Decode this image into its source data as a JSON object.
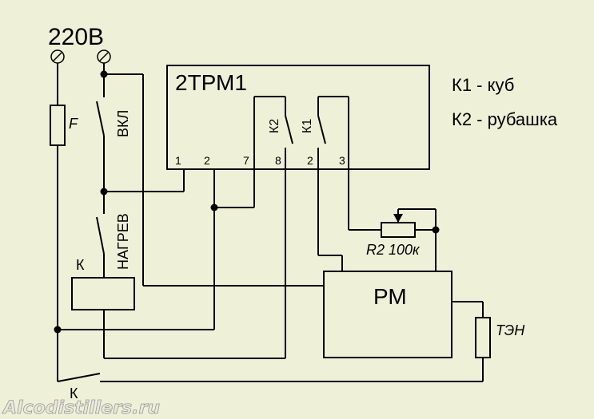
{
  "supply": {
    "voltage": "220В"
  },
  "fuse": {
    "label": "F"
  },
  "switches": {
    "on": "ВКЛ",
    "heat": "НАГРЕВ",
    "relay_contact": "К"
  },
  "relay": {
    "label": "К"
  },
  "controller": {
    "name": "2ТРМ1",
    "terminals": [
      "1",
      "2",
      "7",
      "8",
      "2",
      "3"
    ],
    "relay_k2": "К2",
    "relay_k1": "К1"
  },
  "legend": {
    "line1": "К1 - куб",
    "line2": "К2 - рубашка"
  },
  "resistor": {
    "label": "R2 100к"
  },
  "power_regulator": {
    "label": "РМ"
  },
  "heater": {
    "label": "ТЭН"
  },
  "watermark": "Alcodistillers.ru"
}
